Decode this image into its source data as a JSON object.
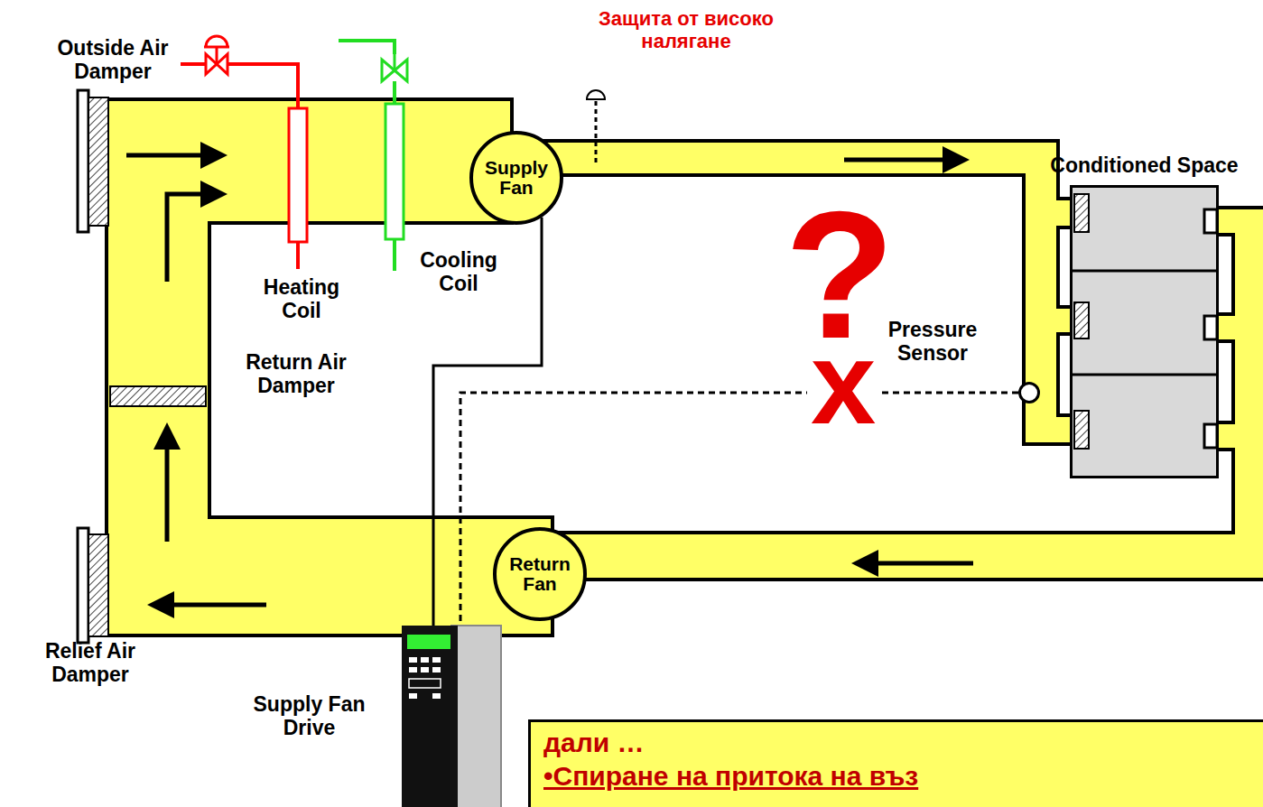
{
  "diagram": {
    "nodes": [
      {
        "text": [
          "Supply Fan"
        ]
      },
      {
        "text": [
          "Return Fan"
        ]
      },
      {
        "text": [
          "Conditioned Space"
        ]
      },
      {
        "text": [
          "Pressure Sensor"
        ]
      },
      {
        "text": [
          "Supply Fan Drive"
        ]
      },
      {
        "text": [
          "дали …",
          "•Спиране на притока на въз"
        ]
      }
    ],
    "edges": [
      {
        "from": 4,
        "to": 0,
        "arrow": "none"
      },
      {
        "from": 3,
        "to": 4,
        "arrow": "none"
      }
    ],
    "labels": [
      "Outside Air Damper",
      "Защита от високо налягане",
      "Heating Coil",
      "Cooling Coil",
      "Return Air Damper",
      "Relief Air Damper",
      "?",
      "x"
    ]
  }
}
